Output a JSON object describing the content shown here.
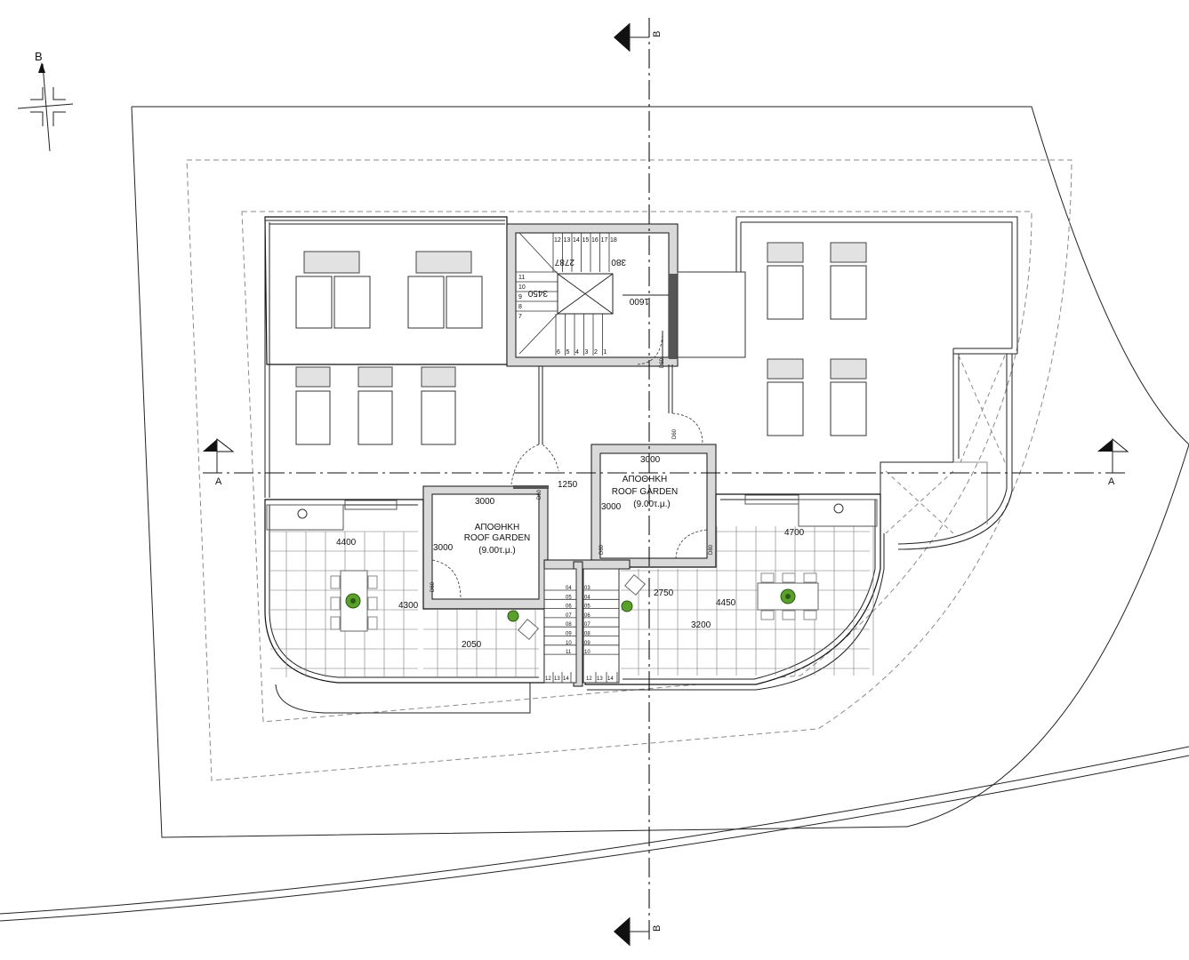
{
  "compass": {
    "north_label": "B"
  },
  "section_markers": {
    "a_label": "A",
    "b_label": "B"
  },
  "rooms": [
    {
      "title": "ΑΠΟΘΗΚΗ",
      "subtitle": "ROOF GARDEN",
      "area": "(9.00τ.μ.)"
    },
    {
      "title": "ΑΠΟΘΗΚΗ",
      "subtitle": "ROOF GARDEN",
      "area": "(9.00τ.μ.)"
    }
  ],
  "dimensions": {
    "left_room_width": "3000",
    "left_room_depth": "3000",
    "right_room_width": "3000",
    "right_room_depth": "3000",
    "corridor": "1250",
    "left_terrace_width": "4400",
    "left_terrace_depth": "4300",
    "left_terrace_front": "2050",
    "right_terrace_width": "4700",
    "right_terrace_depth": "4450",
    "right_terrace_mid": "2750",
    "right_terrace_front": "3200",
    "stair_landing": "3450",
    "stair_top": "2787",
    "stair_width": "380",
    "stair_length": "1600"
  },
  "door_tags": [
    "D60",
    "D60",
    "D60",
    "D60",
    "D60",
    "D80"
  ],
  "upper_stair_steps": [
    "12",
    "13",
    "14",
    "15",
    "16",
    "17",
    "18"
  ],
  "upper_stair_left_steps": [
    "11",
    "10",
    "9",
    "8",
    "7"
  ],
  "upper_stair_bottom_steps": [
    "6",
    "5",
    "4",
    "3",
    "2",
    "1"
  ],
  "lower_stair_left": [
    "04",
    "05",
    "06",
    "07",
    "08",
    "09",
    "10",
    "11"
  ],
  "lower_stair_right": [
    "03",
    "04",
    "05",
    "06",
    "07",
    "08",
    "09",
    "10"
  ],
  "lower_stair_bottom_left": [
    "12",
    "13",
    "14"
  ],
  "lower_stair_bottom_right": [
    "12",
    "13",
    "14"
  ]
}
